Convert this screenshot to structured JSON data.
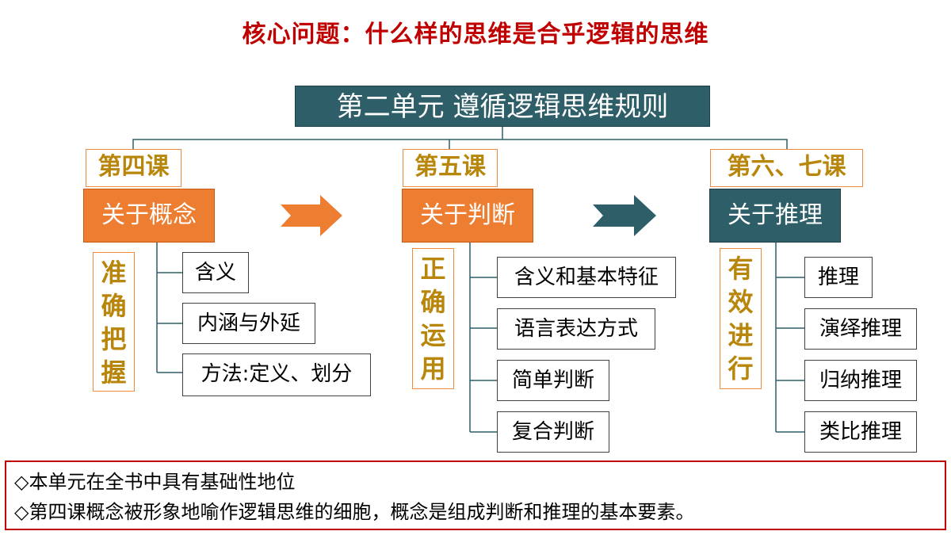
{
  "title": "核心问题：什么样的思维是合乎逻辑的思维",
  "unit": "第二单元  遵循逻辑思维规则",
  "lessons": [
    {
      "tag": "第四课",
      "topic": "关于概念",
      "principle": [
        "准",
        "确",
        "把",
        "握"
      ],
      "items": [
        "含义",
        "内涵与外延",
        "方法:定义、划分"
      ]
    },
    {
      "tag": "第五课",
      "topic": "关于判断",
      "principle": [
        "正",
        "确",
        "运",
        "用"
      ],
      "items": [
        "含义和基本特征",
        "语言表达方式",
        "简单判断",
        "复合判断"
      ]
    },
    {
      "tag": "第六、七课",
      "topic": "关于推理",
      "principle": [
        "有",
        "效",
        "进",
        "行"
      ],
      "items": [
        "推理",
        "演绎推理",
        "归纳推理",
        "类比推理"
      ]
    }
  ],
  "notes": [
    "◇本单元在全书中具有基础性地位",
    "◇第四课概念被形象地喻作逻辑思维的细胞，概念是组成判断和推理的基本要素。"
  ],
  "colors": {
    "title": "#c00000",
    "unit_bg": "#2e5f69",
    "lesson1_bg": "#ed7d31",
    "lesson2_bg": "#ed7d31",
    "lesson3_bg": "#2e5f69",
    "tag_text": "#b8860b",
    "tag_border": "#f08a3c"
  }
}
